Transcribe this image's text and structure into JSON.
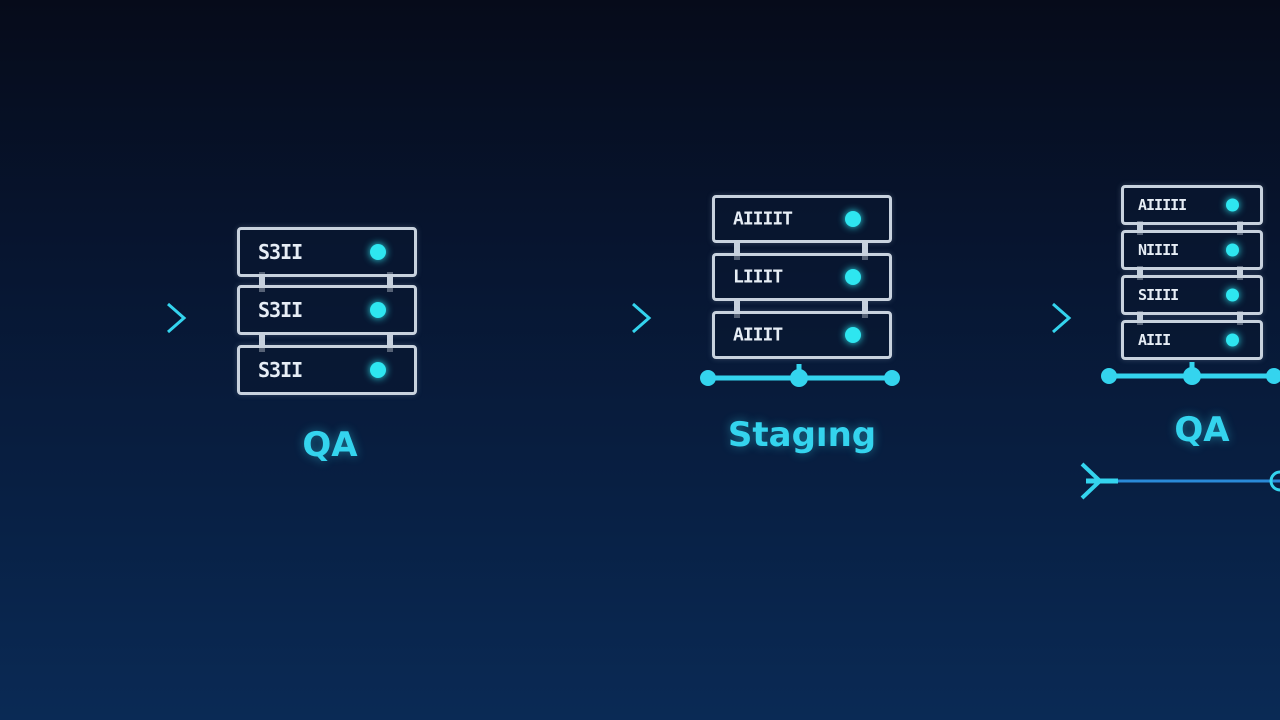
{
  "colors": {
    "accent": "#34d4ee",
    "led": "#2ee6f0",
    "outline": "#c8d2de",
    "background": "#071530"
  },
  "stages": [
    {
      "label": "QA",
      "units": [
        "SЗІІ",
        "SЗІІ",
        "SЗІІ"
      ]
    },
    {
      "label": "Stagıng",
      "units": [
        "AIIIIT",
        "LIIIT",
        "AIIIT"
      ]
    },
    {
      "label": "QA",
      "units": [
        "AIIIII",
        "NIIII",
        "SIIII",
        "AIII"
      ]
    }
  ]
}
